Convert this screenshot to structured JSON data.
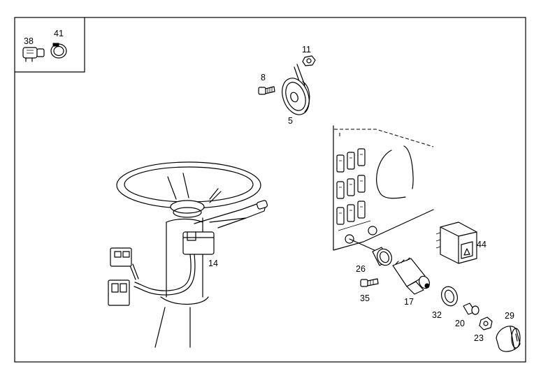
{
  "diagram": {
    "labels": {
      "p38": "38",
      "p41": "41",
      "p11": "11",
      "p8": "8",
      "p5": "5",
      "p14": "14",
      "p44": "44",
      "p26": "26",
      "p35": "35",
      "p17": "17",
      "p32": "32",
      "p20": "20",
      "p23": "23",
      "p29": "29"
    }
  }
}
